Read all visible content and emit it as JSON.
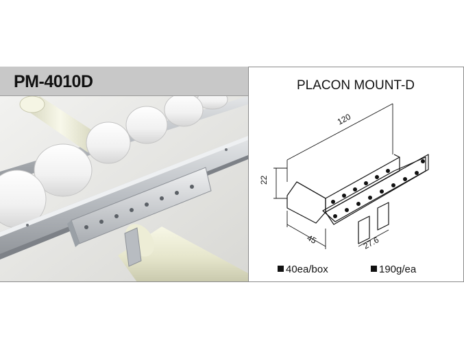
{
  "header": {
    "model_code": "PM-4010D"
  },
  "product": {
    "name": "PLACON MOUNT-D"
  },
  "dimensions": {
    "length": "120",
    "height": "22",
    "width": "45",
    "flange": "27.6"
  },
  "specs": {
    "packing": "40ea/box",
    "weight": "190g/ea"
  },
  "colors": {
    "title_bar": "#c8c8c8",
    "frame": "#8a8a8a",
    "pipe": "#eeeed8",
    "roller": "#f4f4f4",
    "rail": "#c9ccd0"
  }
}
